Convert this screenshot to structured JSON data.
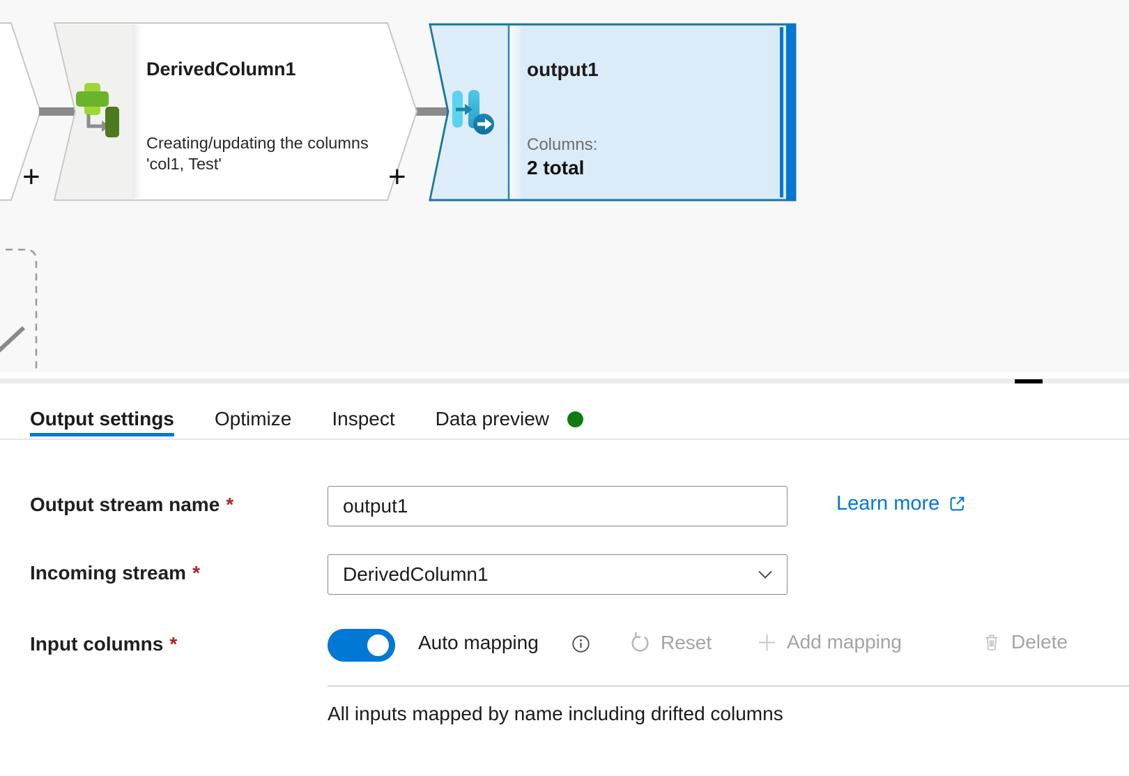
{
  "canvas": {
    "nodes": {
      "derived": {
        "title": "DerivedColumn1",
        "description": "Creating/updating the columns 'col1, Test'"
      },
      "output": {
        "title": "output1",
        "columns_label": "Columns:",
        "columns_value": "2 total"
      }
    },
    "add_node_symbol": "+"
  },
  "panel": {
    "tabs": [
      {
        "label": "Output settings",
        "active": true
      },
      {
        "label": "Optimize",
        "active": false
      },
      {
        "label": "Inspect",
        "active": false
      },
      {
        "label": "Data preview",
        "active": false,
        "has_status_dot": true
      }
    ],
    "fields": {
      "output_stream": {
        "label": "Output stream name",
        "value": "output1"
      },
      "incoming_stream": {
        "label": "Incoming stream",
        "value": "DerivedColumn1"
      },
      "input_columns": {
        "label": "Input columns",
        "toggle_label": "Auto mapping",
        "toggle_state": "on"
      }
    },
    "required_mark": "*",
    "learn_more_label": "Learn more",
    "actions": {
      "reset": "Reset",
      "add_mapping": "Add mapping",
      "delete": "Delete"
    },
    "status_text": "All inputs mapped by name including drifted columns"
  },
  "colors": {
    "accent": "#0078d4",
    "data_preview_dot": "#107c10",
    "selected_node_border": "#19759e",
    "selected_node_fill": "#dbebf8",
    "required": "#a4262c"
  }
}
